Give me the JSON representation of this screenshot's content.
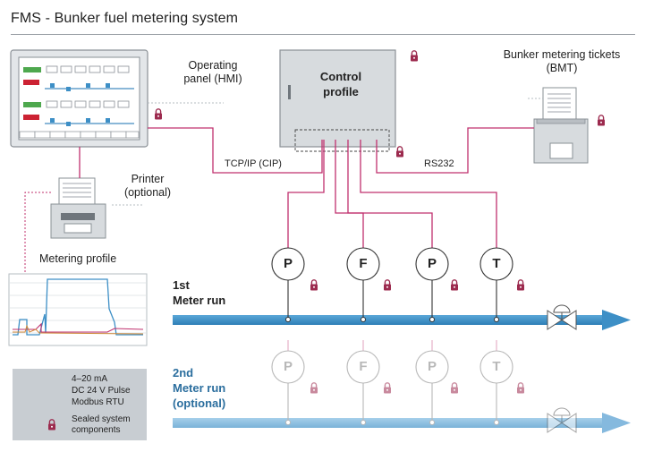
{
  "header": {
    "title": "FMS - Bunker fuel metering system"
  },
  "labels": {
    "operating_panel": [
      "Operating",
      "panel (HMI)"
    ],
    "control_profile": [
      "Control",
      "profile"
    ],
    "bunker_tickets": [
      "Bunker metering tickets",
      "(BMT)"
    ],
    "tcpip": "TCP/IP (CIP)",
    "rs232": "RS232",
    "printer": [
      "Printer",
      "(optional)"
    ],
    "metering_profile": "Metering profile",
    "run1": [
      "1st",
      "Meter run"
    ],
    "run2": [
      "2nd",
      "Meter run",
      "(optional)"
    ]
  },
  "sensors": {
    "run1": [
      "P",
      "F",
      "P",
      "T"
    ],
    "run2": [
      "P",
      "F",
      "P",
      "T"
    ]
  },
  "legend": {
    "items": [
      {
        "label": "4–20 mA",
        "color": "#5aa0d0"
      },
      {
        "label": "DC 24 V Pulse",
        "color": "#c0306e"
      },
      {
        "label": "Modbus RTU",
        "color": "#60b060"
      }
    ],
    "sealed": [
      "Sealed system",
      "components"
    ]
  },
  "colors": {
    "signal_line": "#c0306e",
    "pipe_run1": "#3d8fc6",
    "pipe_run2": "#7fb6dc",
    "lock": "#9c2a4e",
    "device_gray": "#d7dbde"
  },
  "icons": [
    "lock-icon",
    "printer-icon",
    "monitor-icon",
    "cabinet-icon",
    "valve-icon"
  ]
}
